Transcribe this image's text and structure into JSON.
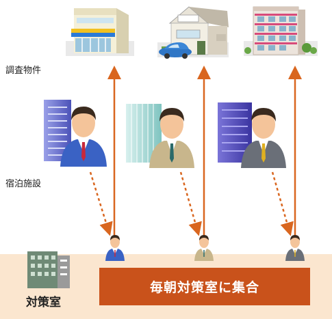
{
  "labels": {
    "property": "調査物件",
    "lodging": "宿泊施設",
    "hq": "対策室",
    "gather": "毎朝対策室に集合"
  },
  "colors": {
    "arrow": "#d9661f",
    "band": "#fbe6cf",
    "gather_box": "#c9521b"
  },
  "icons": {
    "properties": [
      "shop-building-icon",
      "house-with-car-icon",
      "apartment-building-icon"
    ],
    "lodging": [
      "hotel-building-icon",
      "hotel-building-icon",
      "hotel-building-icon"
    ],
    "people": [
      "businessman-blue-suit-icon",
      "businessman-tan-suit-icon",
      "businessman-gray-suit-icon"
    ],
    "hq": "office-building-icon"
  }
}
